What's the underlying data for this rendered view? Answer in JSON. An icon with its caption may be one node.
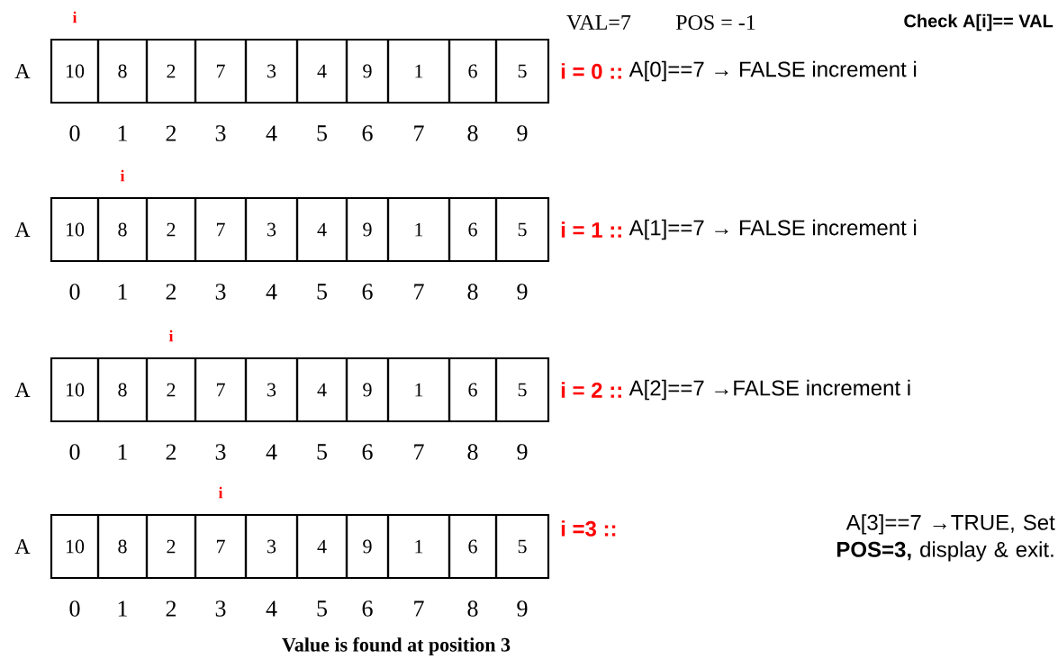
{
  "diagram": {
    "caption": "Value is found at position 3",
    "nodes": [
      {
        "text": [
          "10"
        ]
      },
      {
        "text": [
          "8"
        ]
      },
      {
        "text": [
          "2"
        ]
      },
      {
        "text": [
          "7"
        ]
      },
      {
        "text": [
          "3"
        ]
      },
      {
        "text": [
          "4"
        ]
      },
      {
        "text": [
          "9"
        ]
      },
      {
        "text": [
          "1"
        ]
      },
      {
        "text": [
          "6"
        ]
      },
      {
        "text": [
          "5"
        ]
      },
      {
        "text": [
          "10"
        ]
      },
      {
        "text": [
          "8"
        ]
      },
      {
        "text": [
          "2"
        ]
      },
      {
        "text": [
          "7"
        ]
      },
      {
        "text": [
          "3"
        ]
      },
      {
        "text": [
          "4"
        ]
      },
      {
        "text": [
          "9"
        ]
      },
      {
        "text": [
          "1"
        ]
      },
      {
        "text": [
          "6"
        ]
      },
      {
        "text": [
          "5"
        ]
      },
      {
        "text": [
          "10"
        ]
      },
      {
        "text": [
          "8"
        ]
      },
      {
        "text": [
          "2"
        ]
      },
      {
        "text": [
          "7"
        ]
      },
      {
        "text": [
          "3"
        ]
      },
      {
        "text": [
          "4"
        ]
      },
      {
        "text": [
          "9"
        ]
      },
      {
        "text": [
          "1"
        ]
      },
      {
        "text": [
          "6"
        ]
      },
      {
        "text": [
          "5"
        ]
      },
      {
        "text": [
          "10"
        ]
      },
      {
        "text": [
          "8"
        ]
      },
      {
        "text": [
          "2"
        ]
      },
      {
        "text": [
          "7"
        ]
      },
      {
        "text": [
          "3"
        ]
      },
      {
        "text": [
          "4"
        ]
      },
      {
        "text": [
          "9"
        ]
      },
      {
        "text": [
          "1"
        ]
      },
      {
        "text": [
          "6"
        ]
      },
      {
        "text": [
          "5"
        ]
      }
    ],
    "labels": [
      "i",
      "VAL=7",
      "POS = -1",
      "Check A[i]== VAL",
      "A",
      "i = 0 ::",
      "A[0]==7 → FALSE increment i",
      "0",
      "1",
      "2",
      "3",
      "4",
      "5",
      "6",
      "7",
      "8",
      "9",
      "i",
      "A",
      "i = 1 ::",
      "A[1]==7 → FALSE increment i",
      "0",
      "1",
      "2",
      "3",
      "4",
      "5",
      "6",
      "7",
      "8",
      "9",
      "i",
      "A",
      "i = 2 ::",
      "A[2]==7 →FALSE increment i",
      "0",
      "1",
      "2",
      "3",
      "4",
      "5",
      "6",
      "7",
      "8",
      "9",
      "i",
      "A",
      "i =3 ::",
      "A[3]==7 →TRUE, Set **POS=3,** display & exit.",
      "0",
      "1",
      "2",
      "3",
      "4",
      "5",
      "6",
      "7",
      "8",
      "9"
    ]
  }
}
